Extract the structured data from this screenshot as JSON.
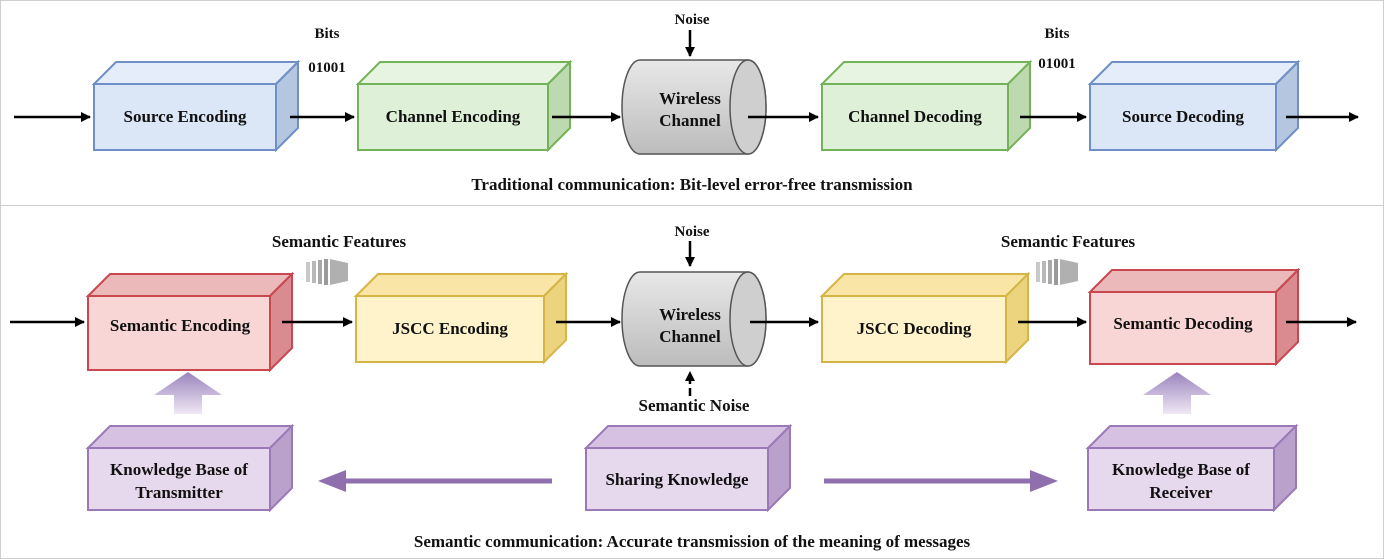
{
  "traditional": {
    "source_encoding": "Source Encoding",
    "channel_encoding": "Channel Encoding",
    "wireless_line1": "Wireless",
    "wireless_line2": "Channel",
    "channel_decoding": "Channel Decoding",
    "source_decoding": "Source Decoding",
    "bits_label": "Bits",
    "bits_value": "01001",
    "noise": "Noise",
    "caption": "Traditional communication: Bit-level error-free transmission"
  },
  "semantic": {
    "semantic_encoding": "Semantic Encoding",
    "jscc_encoding": "JSCC Encoding",
    "wireless_line1": "Wireless",
    "wireless_line2": "Channel",
    "jscc_decoding": "JSCC Decoding",
    "semantic_decoding": "Semantic Decoding",
    "features_label": "Semantic Features",
    "noise": "Noise",
    "semantic_noise": "Semantic Noise",
    "kb_tx_line1": "Knowledge Base of",
    "kb_tx_line2": "Transmitter",
    "sharing": "Sharing Knowledge",
    "kb_rx_line1": "Knowledge Base of",
    "kb_rx_line2": "Receiver",
    "caption": "Semantic communication: Accurate transmission of the meaning of messages"
  },
  "colors": {
    "blue_fill": "#dbe7f6",
    "blue_stroke": "#6f8fc6",
    "green_fill": "#dff0d8",
    "green_stroke": "#74b25a",
    "red_fill": "#f9d6d6",
    "red_stroke": "#c9474e",
    "yellow_fill": "#fff3cc",
    "yellow_stroke": "#d4b546",
    "purple_fill": "#e6d9ee",
    "purple_stroke": "#9a79b6",
    "cylinder_fill": "#d6d6d6"
  }
}
